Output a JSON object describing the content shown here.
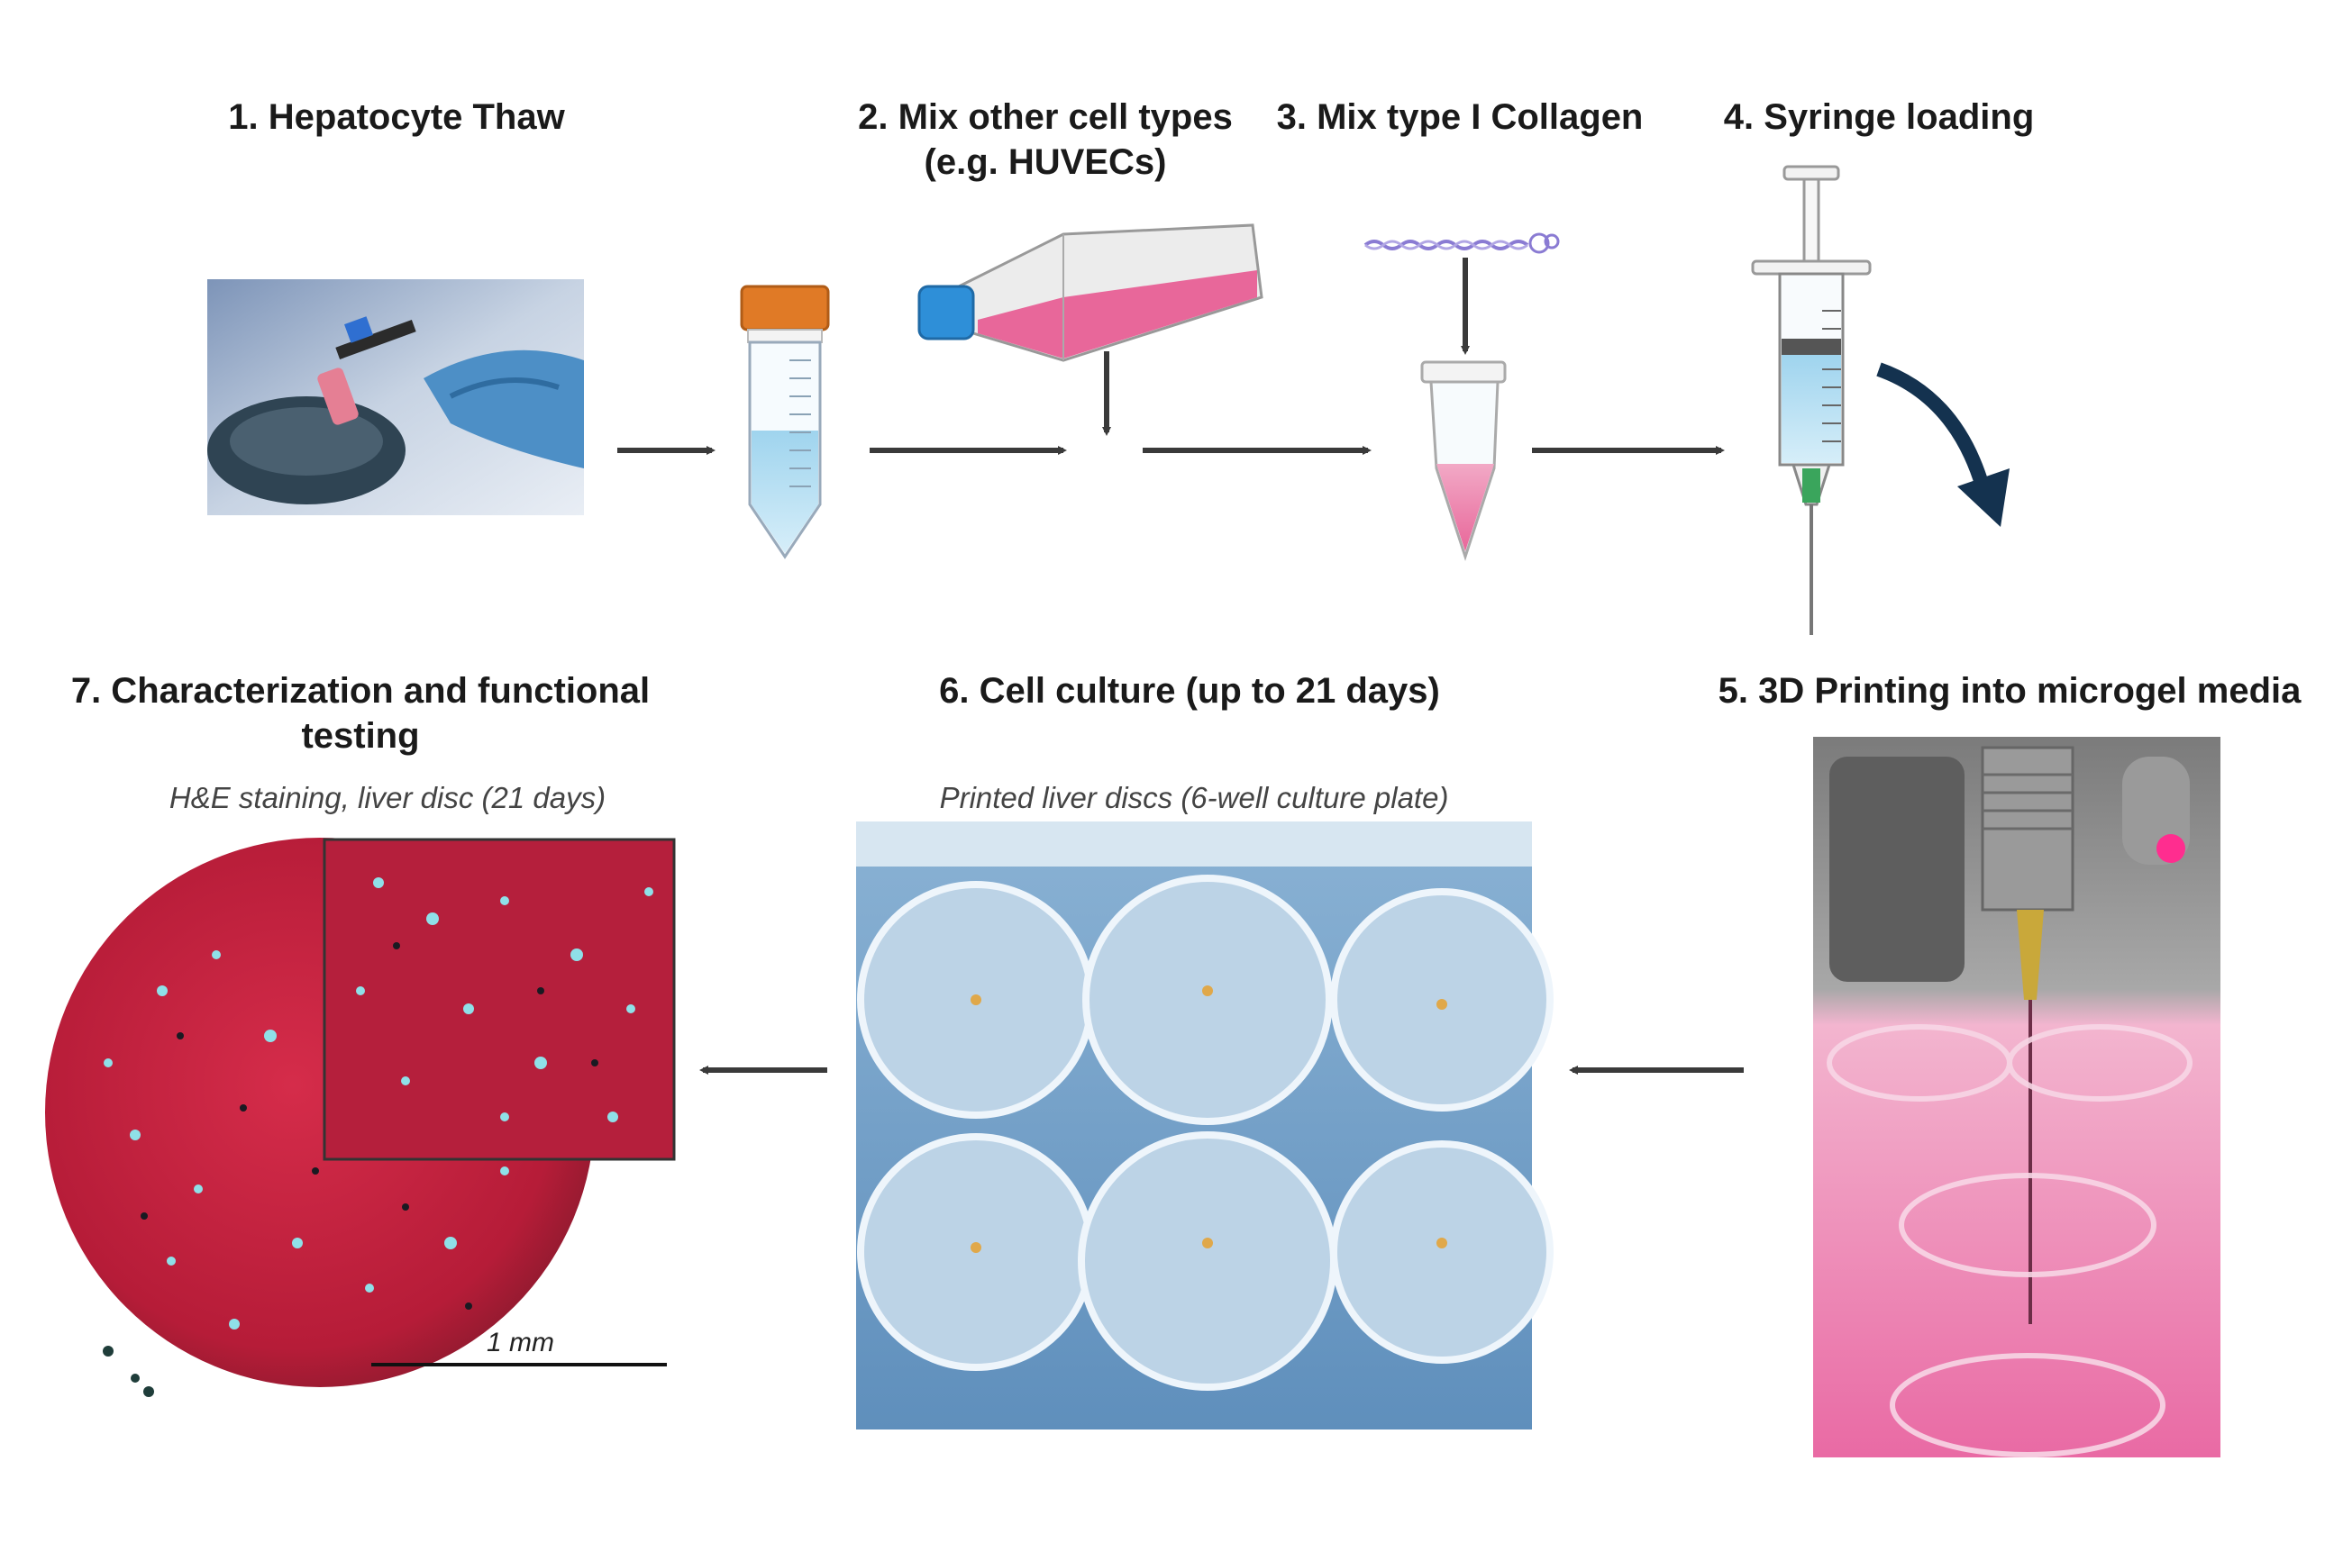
{
  "steps": {
    "s1": "1. Hepatocyte Thaw",
    "s2_line1": "2. Mix other cell types",
    "s2_line2": "(e.g. HUVECs)",
    "s3": "3. Mix type I Collagen",
    "s4": "4. Syringe loading",
    "s5": "5. 3D Printing into microgel media",
    "s6": "6. Cell culture (up to 21 days)",
    "s7_line1": "7. Characterization and functional",
    "s7_line2": "testing"
  },
  "captions": {
    "histology": "H&E staining, liver disc (21 days)",
    "plate": "Printed liver discs (6-well culture plate)"
  },
  "scale_bar": "1 mm",
  "colors": {
    "arrow": "#3a3a3a",
    "pink_media": "#e8679a",
    "tissue_red": "#c8203c",
    "cap_orange": "#e07a26",
    "plate_blue": "#6f9fc9"
  }
}
